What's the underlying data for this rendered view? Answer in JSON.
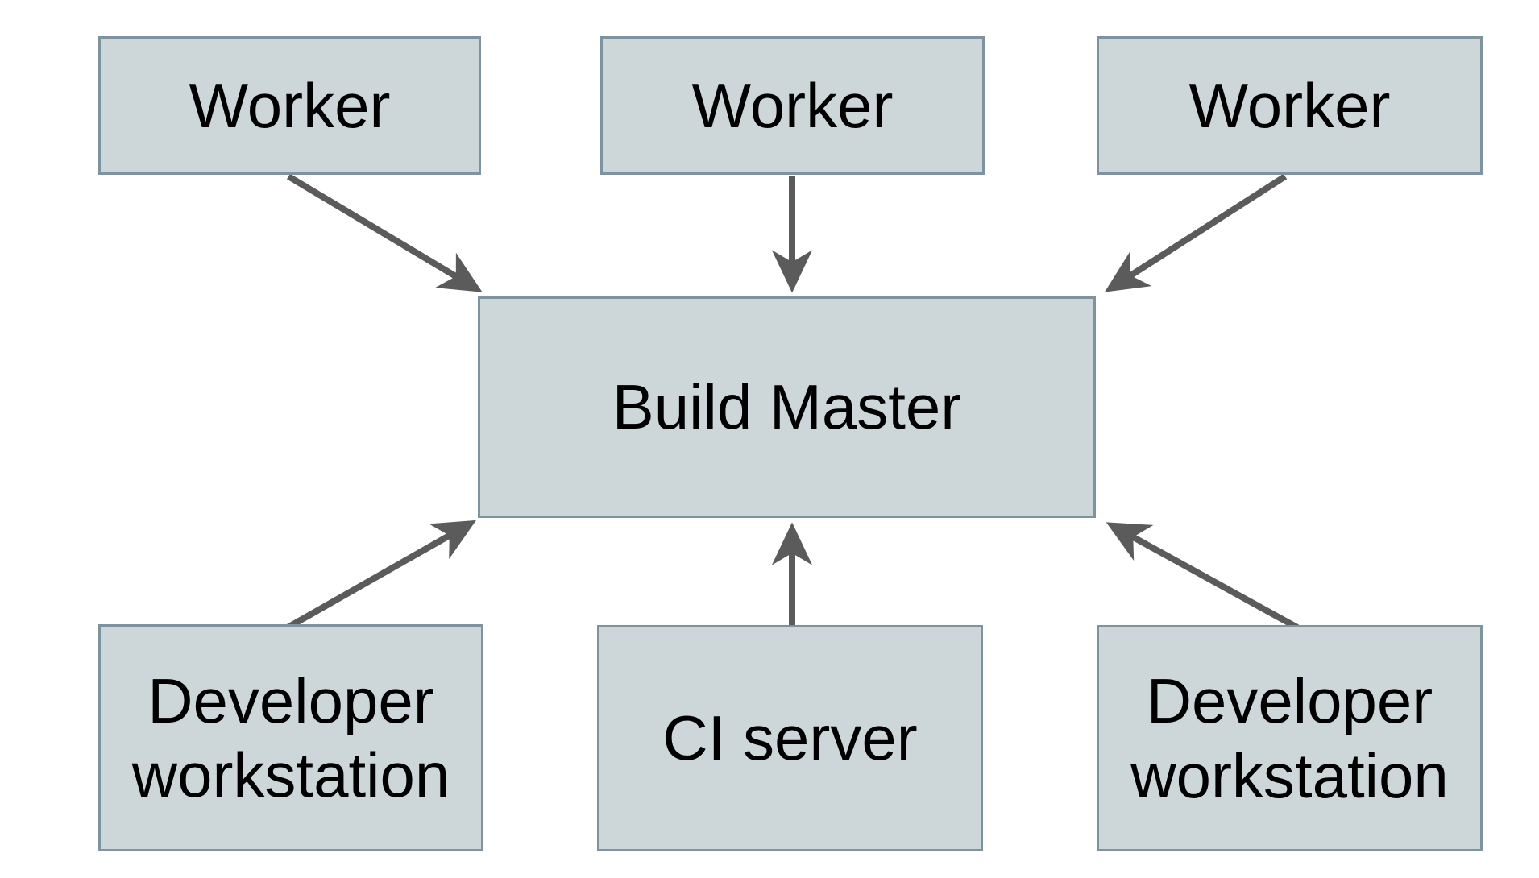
{
  "diagram": {
    "nodes": {
      "worker_1": {
        "label": "Worker"
      },
      "worker_2": {
        "label": "Worker"
      },
      "worker_3": {
        "label": "Worker"
      },
      "build_master": {
        "label": "Build Master"
      },
      "developer_workstation_1": {
        "label": "Developer workstation"
      },
      "ci_server": {
        "label": "CI server"
      },
      "developer_workstation_2": {
        "label": "Developer workstation"
      }
    },
    "edges": [
      {
        "from": "worker_1",
        "to": "build_master"
      },
      {
        "from": "worker_2",
        "to": "build_master"
      },
      {
        "from": "worker_3",
        "to": "build_master"
      },
      {
        "from": "developer_workstation_1",
        "to": "build_master"
      },
      {
        "from": "ci_server",
        "to": "build_master"
      },
      {
        "from": "developer_workstation_2",
        "to": "build_master"
      }
    ],
    "colors": {
      "background": "#ffffff",
      "node_fill": "#cdd7da",
      "node_border": "#7e939d",
      "arrow": "#5b5b5b",
      "text": "#000000"
    }
  }
}
